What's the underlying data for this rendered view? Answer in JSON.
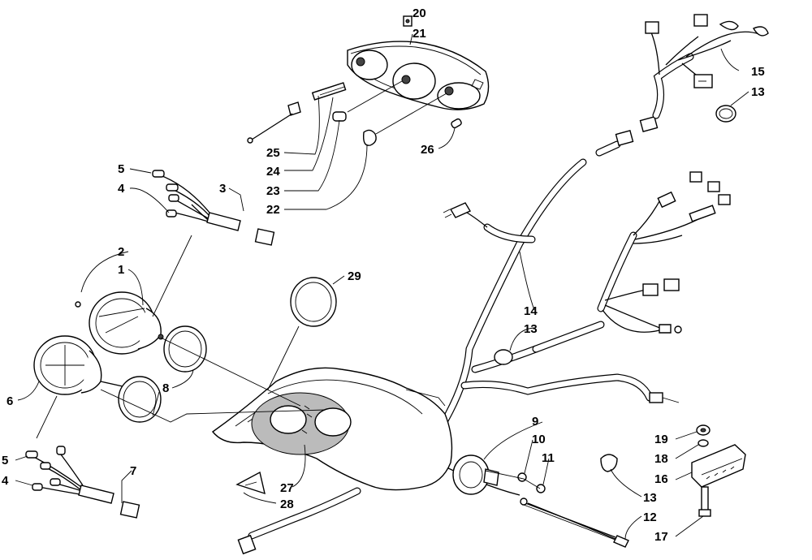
{
  "callouts": {
    "c1": "1",
    "c2": "2",
    "c3": "3",
    "c4a": "4",
    "c4b": "4",
    "c5a": "5",
    "c5b": "5",
    "c6": "6",
    "c7": "7",
    "c8": "8",
    "c9": "9",
    "c10": "10",
    "c11": "11",
    "c12": "12",
    "c13a": "13",
    "c13b": "13",
    "c13c": "13",
    "c14": "14",
    "c15": "15",
    "c16": "16",
    "c17": "17",
    "c18": "18",
    "c19": "19",
    "c20": "20",
    "c21": "21",
    "c22": "22",
    "c23": "23",
    "c24": "24",
    "c25": "25",
    "c26": "26",
    "c27": "27",
    "c28": "28",
    "c29": "29"
  },
  "colors": {
    "line": "#000000",
    "background": "#ffffff",
    "shade": "#444444"
  }
}
